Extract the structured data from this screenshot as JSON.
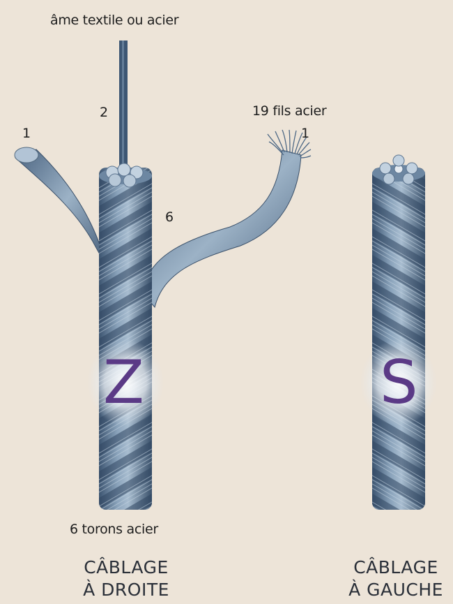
{
  "labels": {
    "core": "âme textile ou acier",
    "core_number": "2",
    "left_strand_number": "1",
    "wires_label": "19 fils acier",
    "wires_number": "1",
    "strand_count": "6",
    "strands_label": "6 torons acier"
  },
  "right_hand": {
    "letter": "Z",
    "title_line1": "CÂBLAGE",
    "title_line2": "À DROITE"
  },
  "left_hand": {
    "letter": "S",
    "title_line1": "CÂBLAGE",
    "title_line2": "À GAUCHE"
  },
  "colors": {
    "background": "#ede4d8",
    "rope": "#5f7a95",
    "rope_light": "#b3c6d8",
    "rope_dark": "#2e4258",
    "letter": "#5b3a86"
  }
}
